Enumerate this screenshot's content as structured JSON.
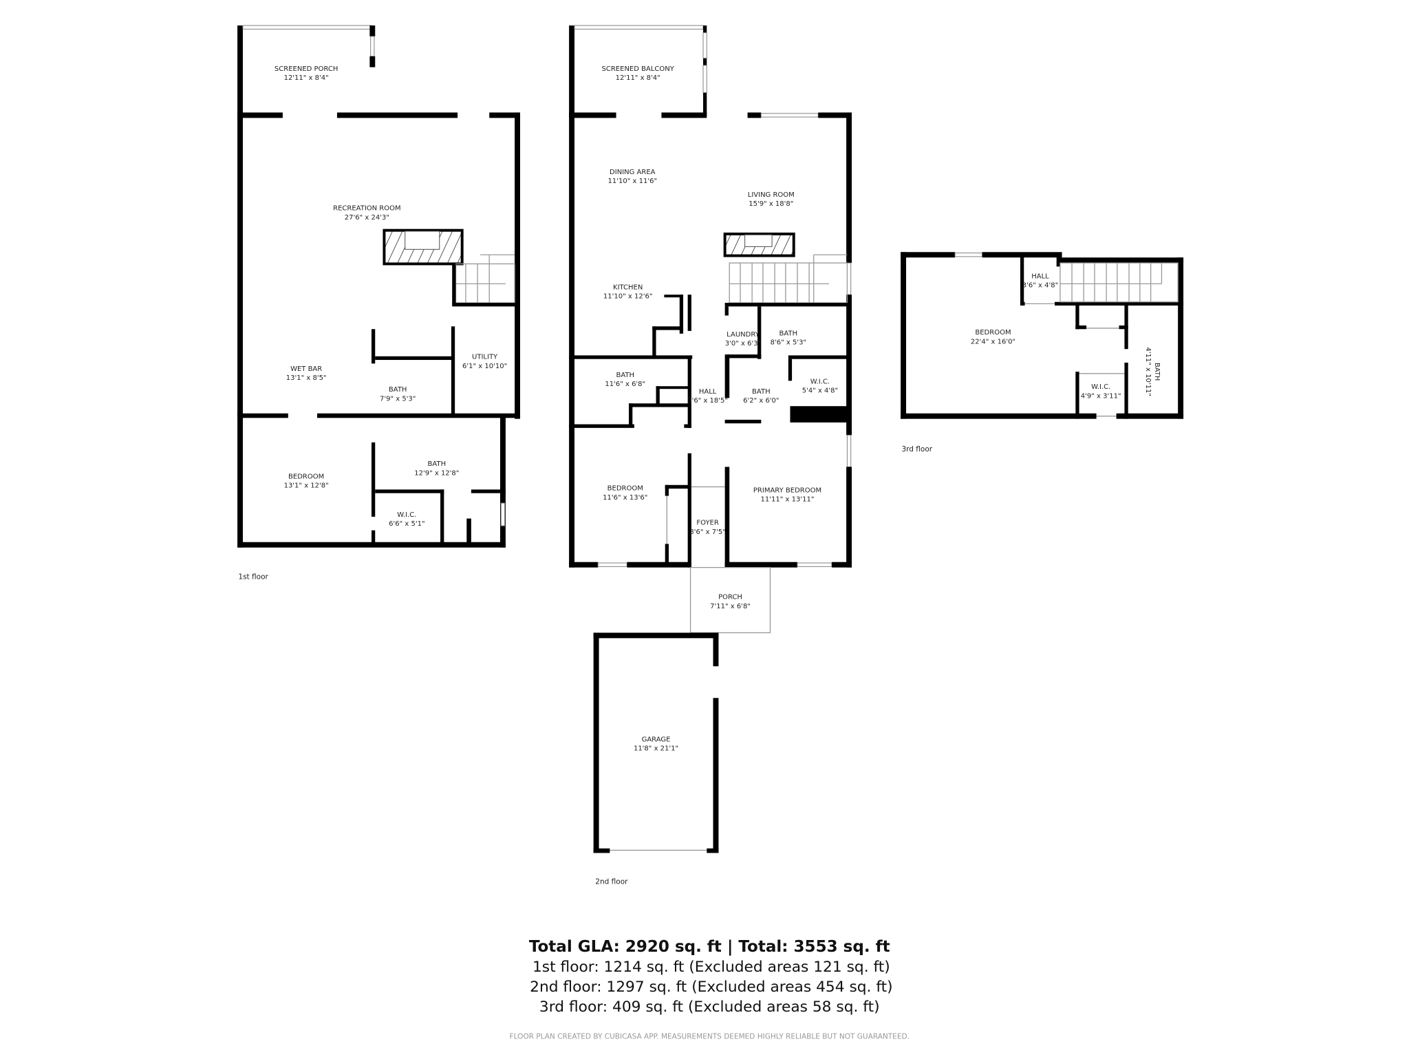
{
  "floors": {
    "first": {
      "label": "1st floor",
      "rooms": [
        {
          "name": "SCREENED PORCH",
          "dims": "12'11\" x 8'4\""
        },
        {
          "name": "RECREATION ROOM",
          "dims": "27'6\" x 24'3\""
        },
        {
          "name": "WET BAR",
          "dims": "13'1\" x 8'5\""
        },
        {
          "name": "BATH",
          "dims": "7'9\" x 5'3\""
        },
        {
          "name": "UTILITY",
          "dims": "6'1\" x 10'10\""
        },
        {
          "name": "BEDROOM",
          "dims": "13'1\" x 12'8\""
        },
        {
          "name": "BATH",
          "dims": "12'9\" x 12'8\""
        },
        {
          "name": "W.I.C.",
          "dims": "6'6\" x 5'1\""
        }
      ]
    },
    "second": {
      "label": "2nd floor",
      "rooms": [
        {
          "name": "SCREENED BALCONY",
          "dims": "12'11\" x 8'4\""
        },
        {
          "name": "DINING AREA",
          "dims": "11'10\" x 11'6\""
        },
        {
          "name": "LIVING ROOM",
          "dims": "15'9\" x 18'8\""
        },
        {
          "name": "KITCHEN",
          "dims": "11'10\" x 12'6\""
        },
        {
          "name": "LAUNDRY",
          "dims": "3'0\" x 6'3\""
        },
        {
          "name": "BATH",
          "dims": "8'6\" x 5'3\""
        },
        {
          "name": "BATH",
          "dims": "11'6\" x 6'8\""
        },
        {
          "name": "HALL",
          "dims": "3'6\" x 18'5\""
        },
        {
          "name": "BATH",
          "dims": "6'2\" x 6'0\""
        },
        {
          "name": "W.I.C.",
          "dims": "5'4\" x 4'8\""
        },
        {
          "name": "BEDROOM",
          "dims": "11'6\" x 13'6\""
        },
        {
          "name": "PRIMARY BEDROOM",
          "dims": "11'11\" x 13'11\""
        },
        {
          "name": "FOYER",
          "dims": "3'6\" x 7'5\""
        },
        {
          "name": "PORCH",
          "dims": "7'11\" x 6'8\""
        },
        {
          "name": "GARAGE",
          "dims": "11'8\" x 21'1\""
        }
      ]
    },
    "third": {
      "label": "3rd floor",
      "rooms": [
        {
          "name": "HALL",
          "dims": "3'6\" x 4'8\""
        },
        {
          "name": "BEDROOM",
          "dims": "22'4\" x 16'0\""
        },
        {
          "name": "BATH",
          "dims": "4'11\" x 10'11\""
        },
        {
          "name": "W.I.C.",
          "dims": "4'9\" x 3'11\""
        }
      ]
    }
  },
  "summary": {
    "total": "Total GLA: 2920 sq. ft | Total: 3553 sq. ft",
    "first": "1st floor: 1214 sq. ft (Excluded areas 121 sq. ft)",
    "second": "2nd floor: 1297 sq. ft (Excluded areas 454 sq. ft)",
    "third": "3rd floor: 409 sq. ft (Excluded areas 58 sq. ft)"
  },
  "disclaimer": "FLOOR PLAN CREATED BY CUBICASA APP. MEASUREMENTS DEEMED HIGHLY RELIABLE BUT NOT GUARANTEED.",
  "colors": {
    "walls": "#000000",
    "text": "#222222",
    "disclaimer": "#999999"
  }
}
